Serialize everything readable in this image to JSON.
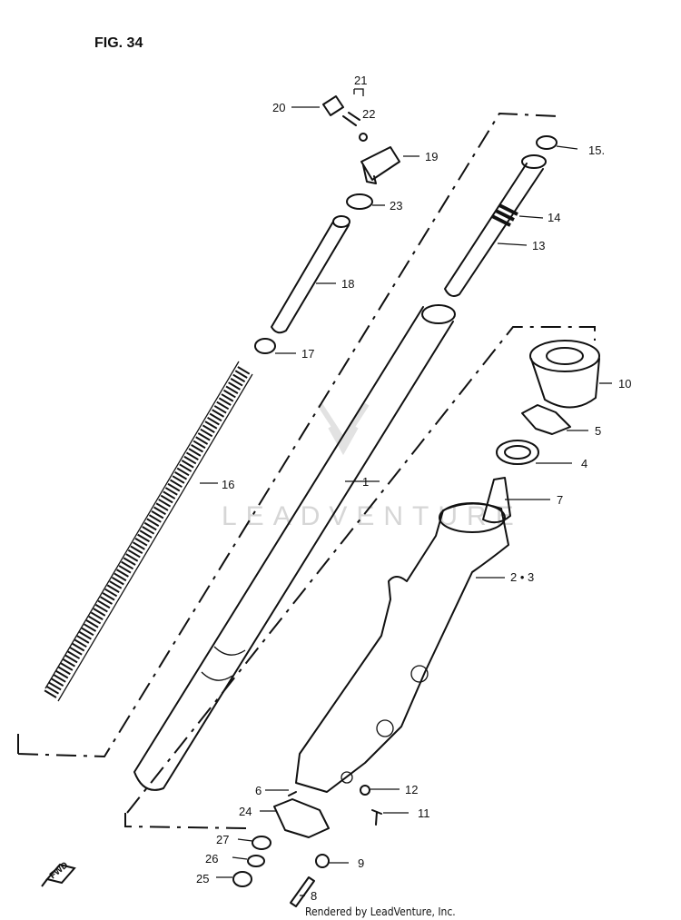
{
  "figure": {
    "title": "FIG. 34",
    "watermark": "LEADVENTURE",
    "credit": "Rendered by LeadVenture, Inc.",
    "front_mark": "FWD"
  },
  "callouts": [
    {
      "id": "c1",
      "text": "1"
    },
    {
      "id": "c23",
      "text": "2 • 3"
    },
    {
      "id": "c4",
      "text": "4"
    },
    {
      "id": "c5",
      "text": "5"
    },
    {
      "id": "c6",
      "text": "6"
    },
    {
      "id": "c7",
      "text": "7"
    },
    {
      "id": "c8",
      "text": "8"
    },
    {
      "id": "c9",
      "text": "9"
    },
    {
      "id": "c10",
      "text": "10"
    },
    {
      "id": "c11",
      "text": "11"
    },
    {
      "id": "c12",
      "text": "12"
    },
    {
      "id": "c13",
      "text": "13"
    },
    {
      "id": "c14",
      "text": "14"
    },
    {
      "id": "c15",
      "text": "15."
    },
    {
      "id": "c16",
      "text": "16"
    },
    {
      "id": "c17",
      "text": "17"
    },
    {
      "id": "c18",
      "text": "18"
    },
    {
      "id": "c19",
      "text": "19"
    },
    {
      "id": "c20",
      "text": "20"
    },
    {
      "id": "c21",
      "text": "21"
    },
    {
      "id": "c22",
      "text": "22"
    },
    {
      "id": "c23b",
      "text": "23"
    },
    {
      "id": "c24",
      "text": "24"
    },
    {
      "id": "c25",
      "text": "25"
    },
    {
      "id": "c26",
      "text": "26"
    },
    {
      "id": "c27",
      "text": "27"
    }
  ]
}
